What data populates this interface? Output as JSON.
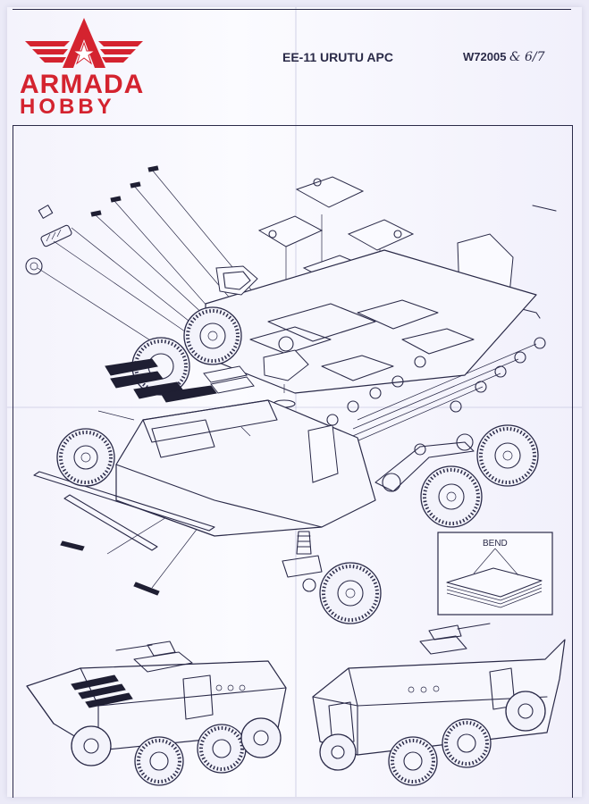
{
  "brand": {
    "line1": "ARMADA",
    "line2": "HOBBY",
    "emblem_letter": "A",
    "color": "#d4232f"
  },
  "header": {
    "title": "EE-11 URUTU APC",
    "code": "W72005",
    "handwritten_note": "& 6/7"
  },
  "diagram": {
    "detail_label": "BEND"
  },
  "colors": {
    "ink": "#2a2a48",
    "paper": "#f7f7fd",
    "logo_red": "#d4232f"
  }
}
